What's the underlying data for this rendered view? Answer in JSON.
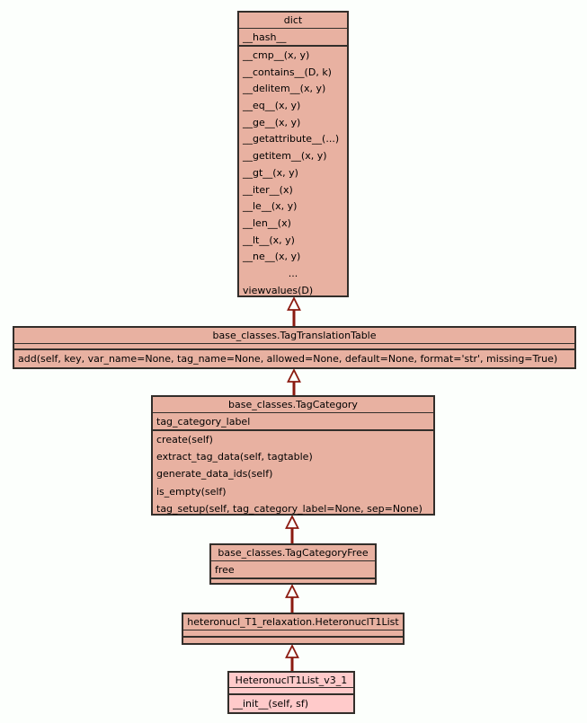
{
  "diagram": {
    "type": "uml-class-inheritance-hierarchy",
    "background": "#fcfffc",
    "box_fill": "#e8b1a1",
    "highlight_fill": "#ffcaca",
    "border_color": "#322e2a",
    "edge_color": "#8b1a10"
  },
  "classes": [
    {
      "name": "dict",
      "attributes": [
        "__hash__"
      ],
      "methods": [
        "__cmp__(x, y)",
        "__contains__(D, k)",
        "__delitem__(x, y)",
        "__eq__(x, y)",
        "__ge__(x, y)",
        "__getattribute__(...)",
        "__getitem__(x, y)",
        "__gt__(x, y)",
        "__iter__(x)",
        "__le__(x, y)",
        "__len__(x)",
        "__lt__(x, y)",
        "__ne__(x, y)",
        "...",
        "viewvalues(D)"
      ]
    },
    {
      "name": "base_classes.TagTranslationTable",
      "attributes": [],
      "methods": [
        "add(self, key, var_name=None, tag_name=None, allowed=None, default=None, format='str', missing=True)"
      ]
    },
    {
      "name": "base_classes.TagCategory",
      "attributes": [
        "tag_category_label"
      ],
      "methods": [
        "create(self)",
        "extract_tag_data(self, tagtable)",
        "generate_data_ids(self)",
        "is_empty(self)",
        "tag_setup(self, tag_category_label=None, sep=None)"
      ]
    },
    {
      "name": "base_classes.TagCategoryFree",
      "attributes": [
        "free"
      ],
      "methods": []
    },
    {
      "name": "heteronucl_T1_relaxation.HeteronuclT1List",
      "attributes": [],
      "methods": []
    },
    {
      "name": "HeteronuclT1List_v3_1",
      "attributes": [],
      "methods": [
        "__init__(self, sf)"
      ]
    }
  ],
  "edges": [
    {
      "from": "base_classes.TagTranslationTable",
      "to": "dict",
      "kind": "inheritance"
    },
    {
      "from": "base_classes.TagCategory",
      "to": "base_classes.TagTranslationTable",
      "kind": "inheritance"
    },
    {
      "from": "base_classes.TagCategoryFree",
      "to": "base_classes.TagCategory",
      "kind": "inheritance"
    },
    {
      "from": "heteronucl_T1_relaxation.HeteronuclT1List",
      "to": "base_classes.TagCategoryFree",
      "kind": "inheritance"
    },
    {
      "from": "HeteronuclT1List_v3_1",
      "to": "heteronucl_T1_relaxation.HeteronuclT1List",
      "kind": "inheritance"
    }
  ]
}
